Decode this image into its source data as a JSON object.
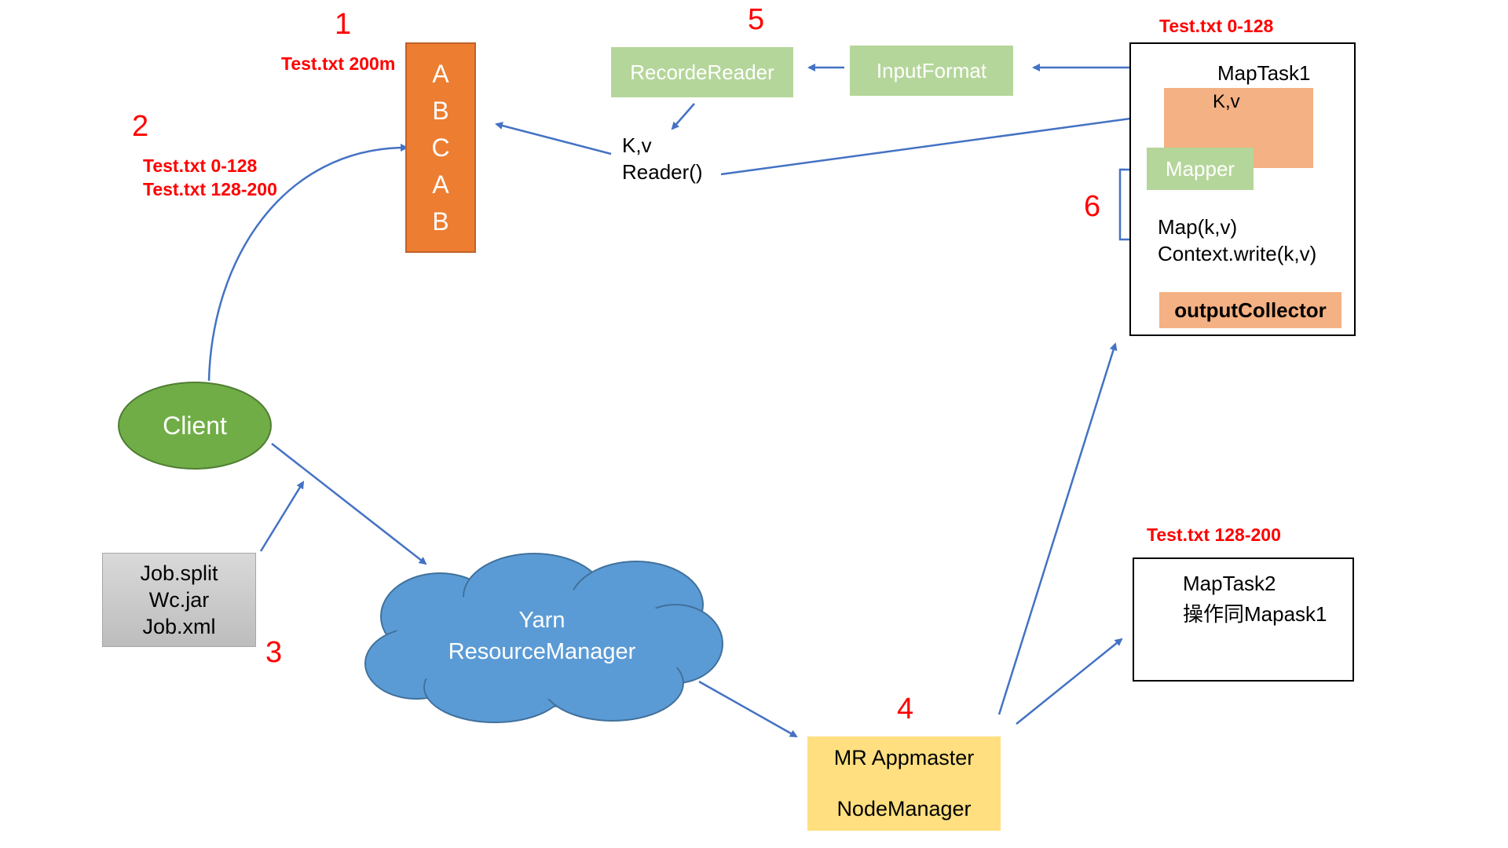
{
  "steps": {
    "s1": "1",
    "s2": "2",
    "s3": "3",
    "s4": "4",
    "s5": "5",
    "s6": "6"
  },
  "file_block": {
    "label": "Test.txt 200m",
    "blocks": [
      "A",
      "B",
      "C",
      "A",
      "B"
    ]
  },
  "splits": {
    "split1": "Test.txt 0-128",
    "split2": "Test.txt 128-200"
  },
  "client": {
    "label": "Client"
  },
  "job_files": [
    "Job.split",
    "Wc.jar",
    "Job.xml"
  ],
  "yarn": {
    "line1": "Yarn",
    "line2": "ResourceManager"
  },
  "appmaster": {
    "line1": "MR Appmaster",
    "line2": "NodeManager"
  },
  "record_reader": {
    "label": "RecordeReader"
  },
  "input_format": {
    "label": "InputFormat"
  },
  "reader": {
    "line1": "K,v",
    "line2": "Reader()"
  },
  "maptask1": {
    "split_label": "Test.txt 0-128",
    "title": "MapTask1",
    "kv": "K,v",
    "mapper": "Mapper",
    "map_call": "Map(k,v)",
    "context_write": "Context.write(k,v)",
    "collector": "outputCollector"
  },
  "maptask2": {
    "split_label": "Test.txt 128-200",
    "title": "MapTask2",
    "note": "操作同Mapask1"
  },
  "colors": {
    "arrow": "#4472c4",
    "orange": "#ed7d31",
    "light_orange": "#f4b183",
    "light_green": "#b5d69a",
    "client_green": "#70ad47",
    "cloud_blue": "#5b9bd5",
    "gray": "#c9c9c9",
    "yellow": "#ffdf7f",
    "step_red": "#ff0000"
  }
}
